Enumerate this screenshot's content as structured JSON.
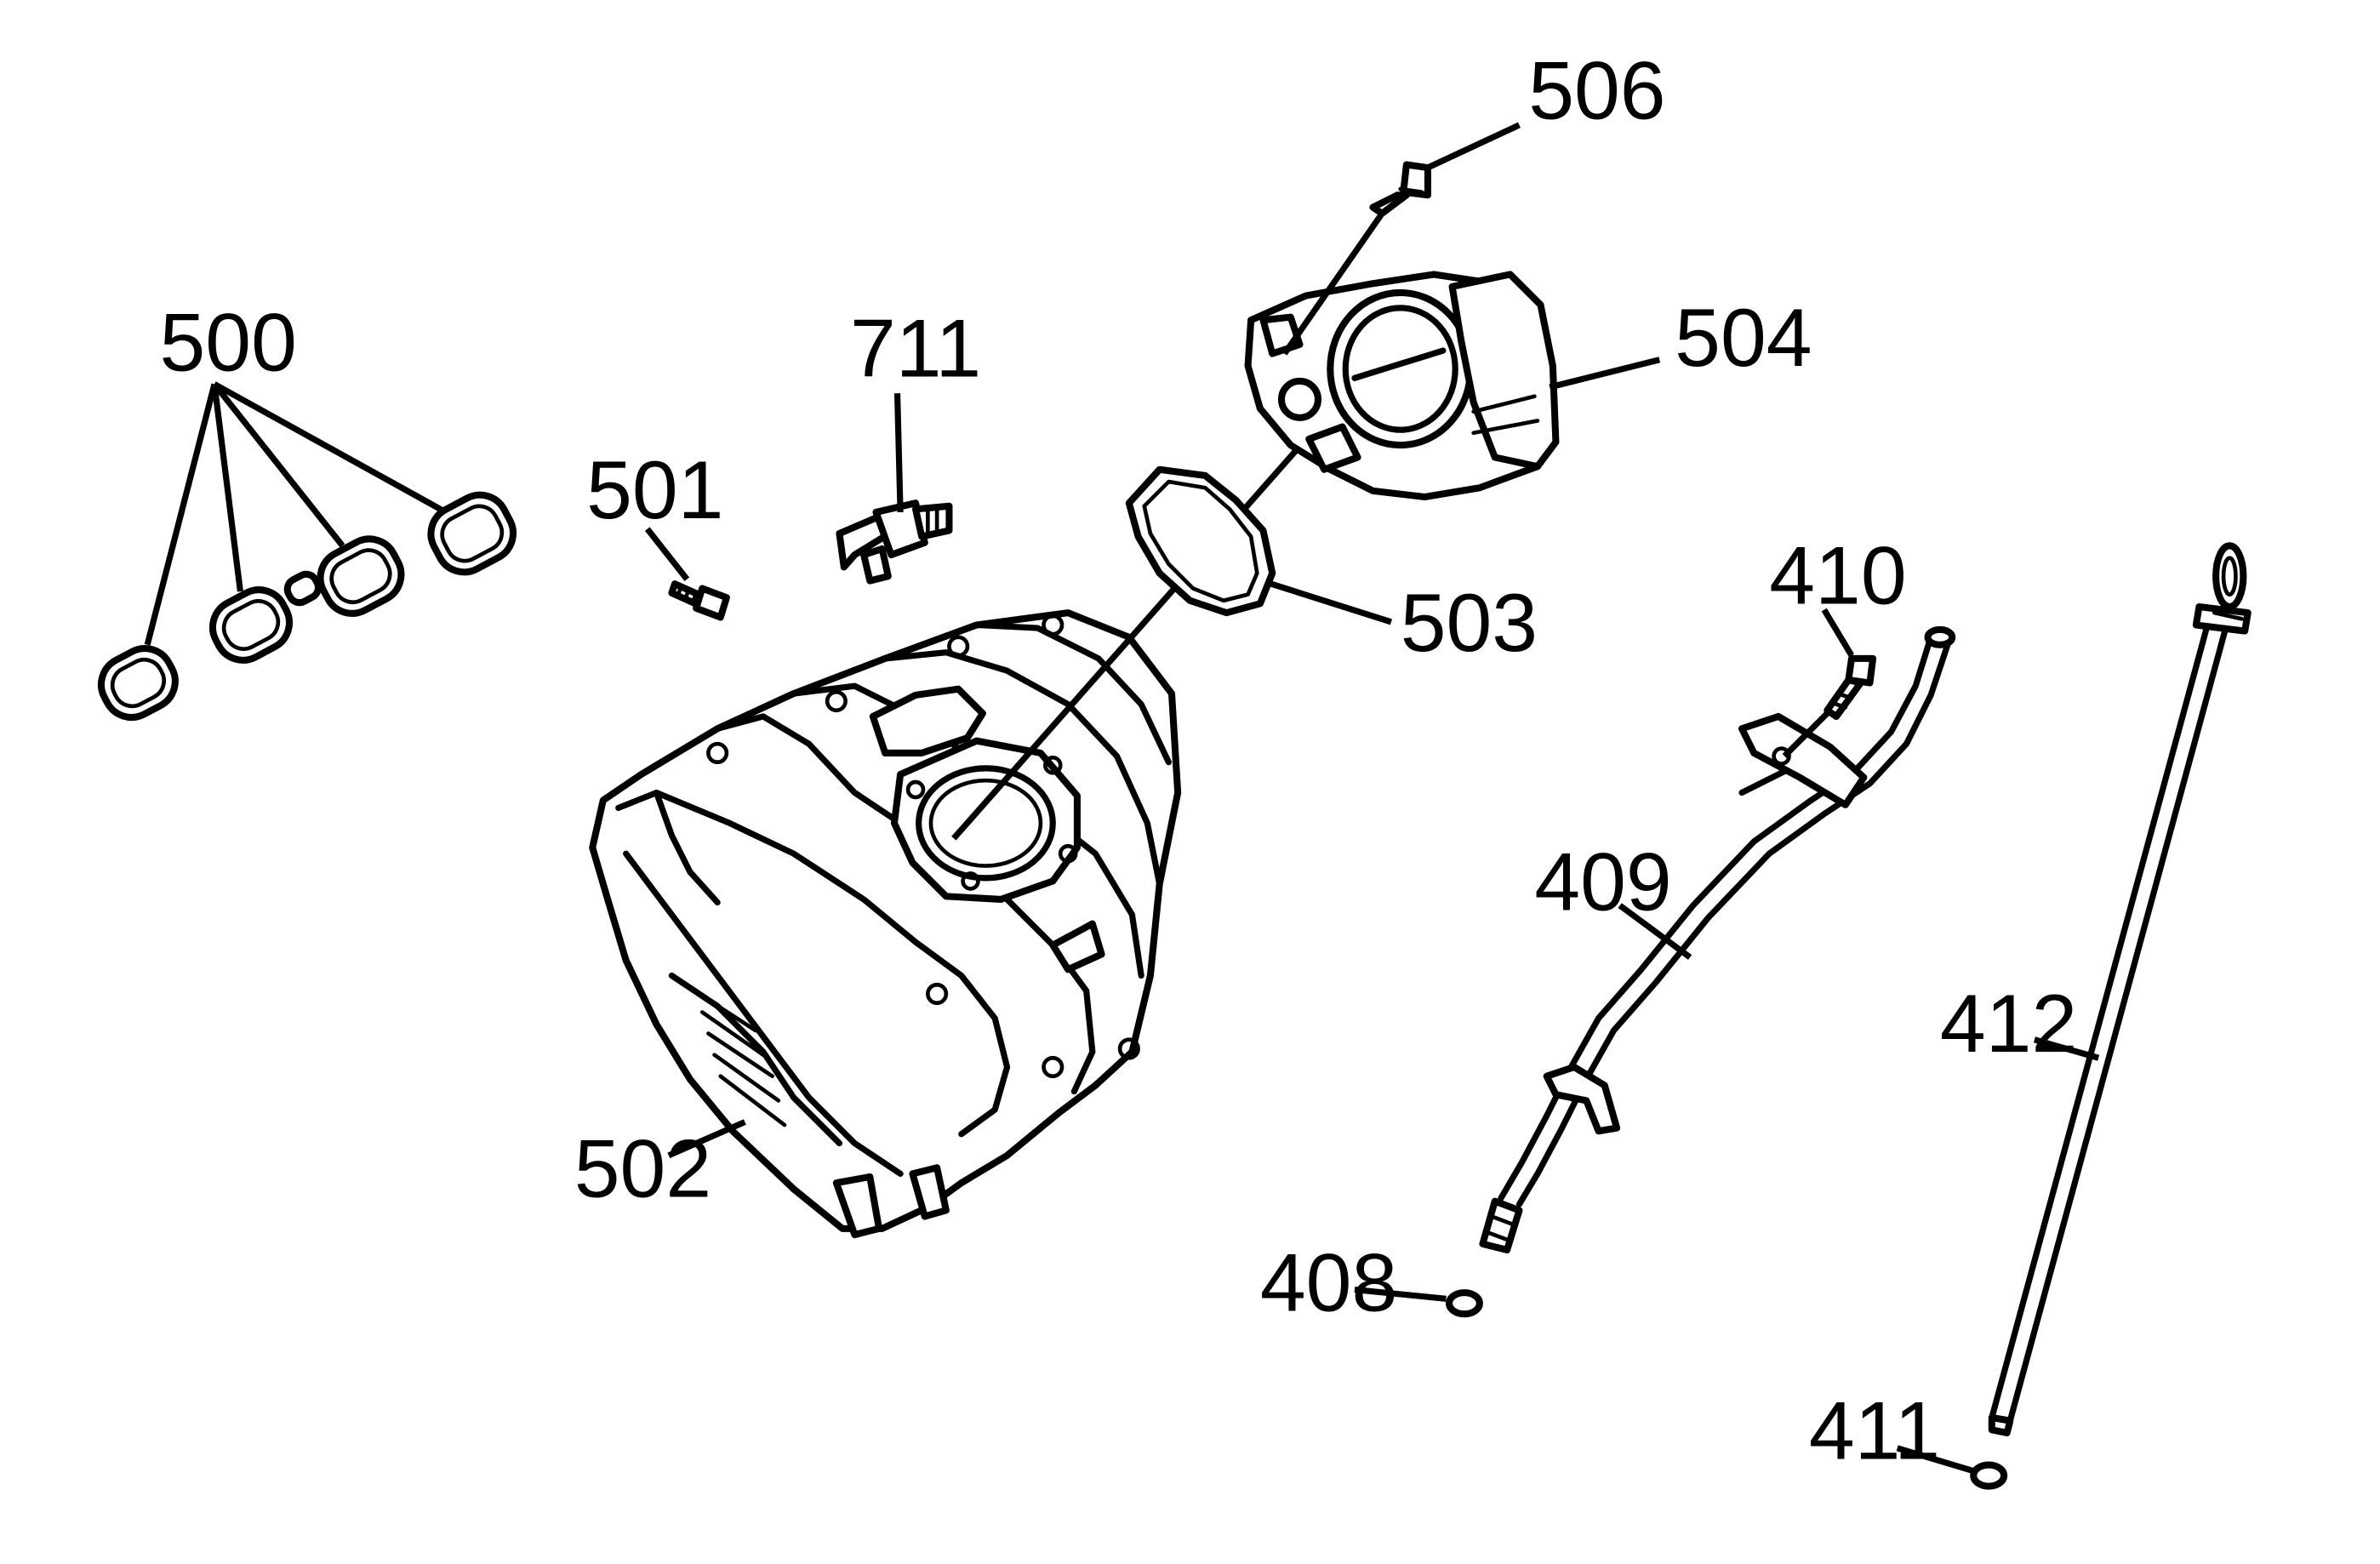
{
  "diagram": {
    "callouts": [
      {
        "id": "500",
        "text": "500"
      },
      {
        "id": "501",
        "text": "501"
      },
      {
        "id": "502",
        "text": "502"
      },
      {
        "id": "503",
        "text": "503"
      },
      {
        "id": "504",
        "text": "504"
      },
      {
        "id": "506",
        "text": "506"
      },
      {
        "id": "711",
        "text": "711"
      },
      {
        "id": "408",
        "text": "408"
      },
      {
        "id": "409",
        "text": "409"
      },
      {
        "id": "410",
        "text": "410"
      },
      {
        "id": "411",
        "text": "411"
      },
      {
        "id": "412",
        "text": "412"
      }
    ]
  }
}
